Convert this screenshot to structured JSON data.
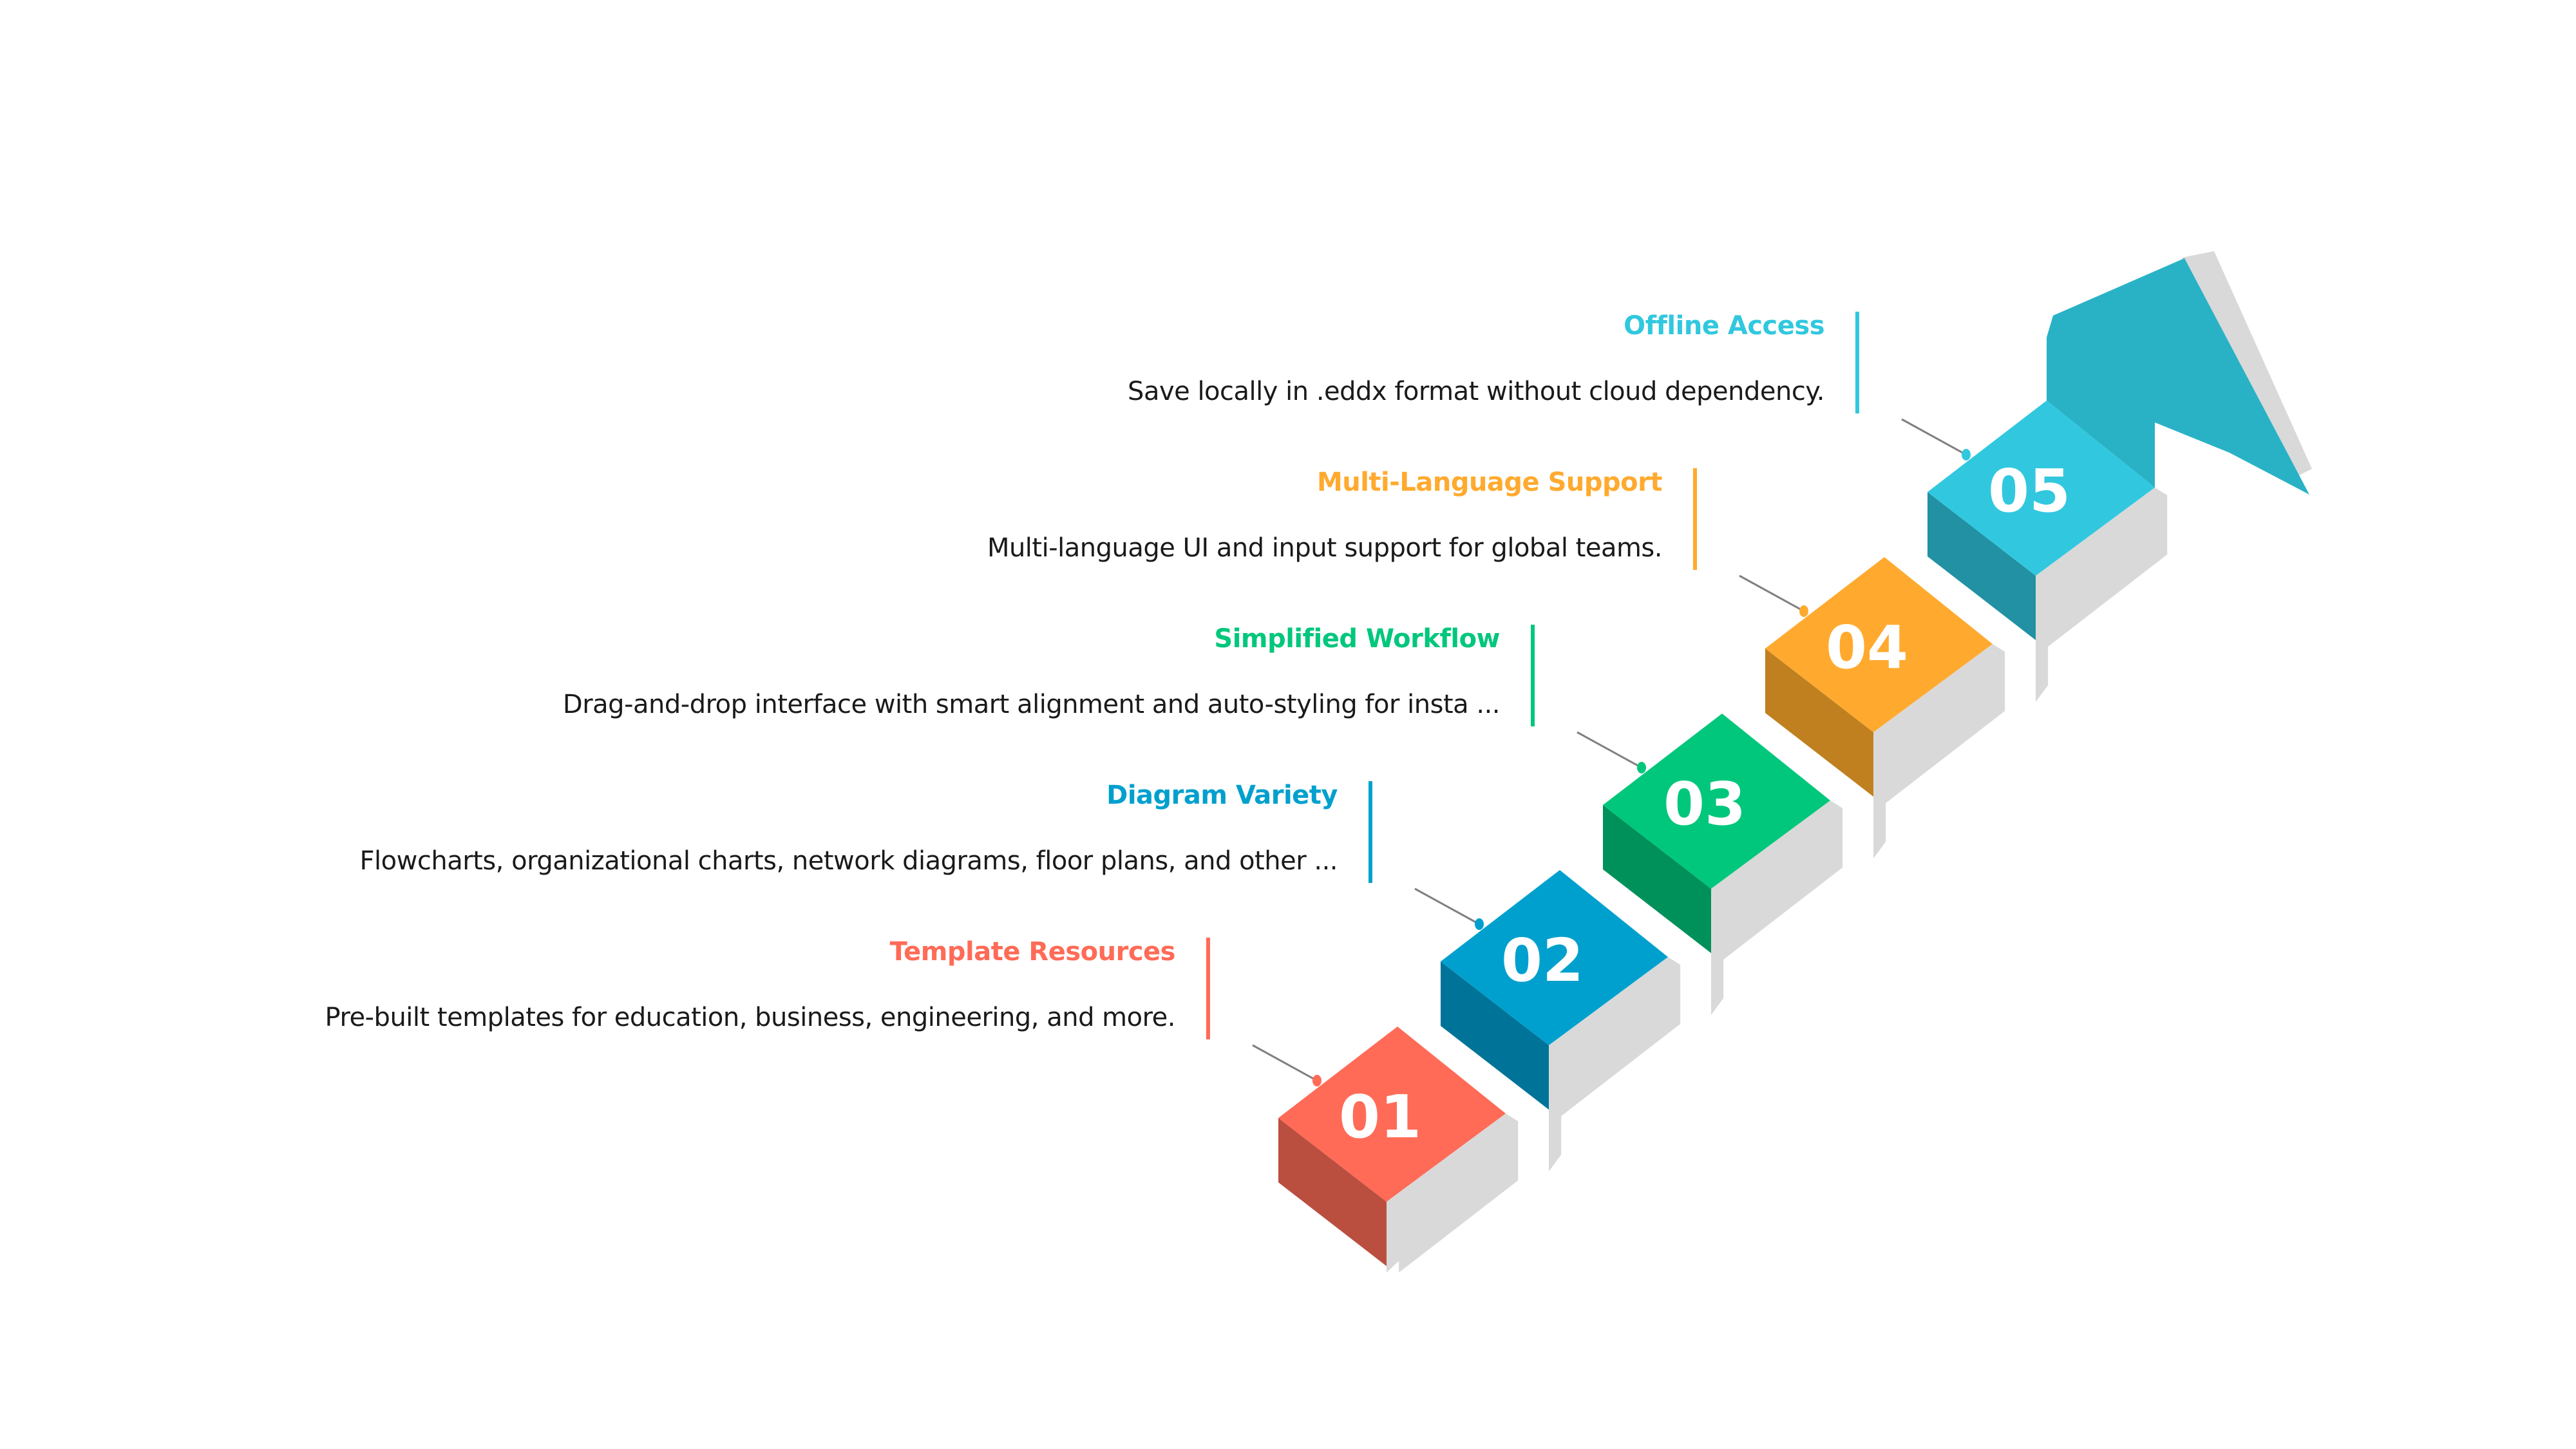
{
  "steps": [
    {
      "number": "01",
      "title": "Template Resources",
      "description": "Pre-built templates for education, business, engineering, and more.",
      "color": "#FF6B57",
      "side_color": "#BA4F40"
    },
    {
      "number": "02",
      "title": "Diagram Variety",
      "description": "Flowcharts, organizational charts, network diagrams, floor plans, and other  ...",
      "color": "#00A0CE",
      "side_color": "#007398"
    },
    {
      "number": "03",
      "title": "Simplified Workflow",
      "description": "Drag-and-drop interface with smart alignment and auto-styling for insta ...",
      "color": "#00C77C",
      "side_color": "#00915A"
    },
    {
      "number": "04",
      "title": "Multi-Language Support",
      "description": "Multi-language UI and input support for global teams.",
      "color": "#FFAA2F",
      "side_color": "#C08020"
    },
    {
      "number": "05",
      "title": "Offline Access",
      "description": "Save locally in .eddx format without cloud dependency.",
      "color": "#31C8DF",
      "side_color": "#2191A3"
    }
  ],
  "arrow_color": "#29B2C6",
  "shadow_color": "#D9D9D9",
  "connector_color": "#808080"
}
